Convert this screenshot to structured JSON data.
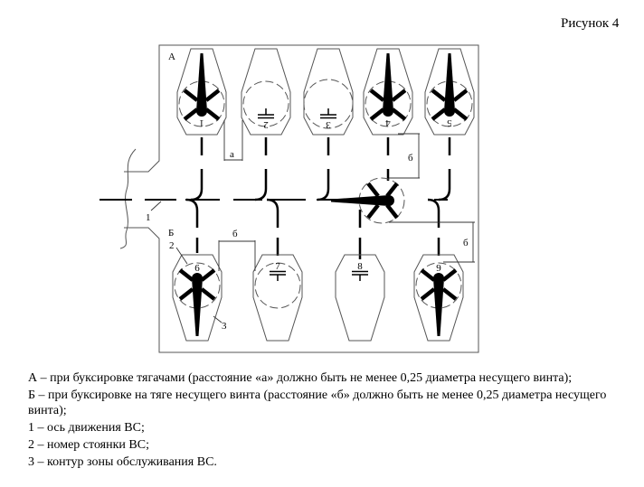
{
  "figure_title": "Рисунок 4",
  "diagram": {
    "section_a": "А",
    "section_b": "Б",
    "dim_a": "а",
    "dim_b": "б",
    "callout_1": "1",
    "callout_2": "2",
    "callout_3": "3",
    "stands_top": [
      "1",
      "2",
      "3",
      "4",
      "5"
    ],
    "stands_bottom": [
      "6",
      "7",
      "8",
      "9"
    ]
  },
  "caption": [
    "А – при буксировке тягачами (расстояние «а» должно быть не менее 0,25 диаметра несущего винта);",
    "Б – при буксировке на тяге несущего винта (расстояние «б» должно быть не менее 0,25 диаметра несущего винта);",
    "1 – ось движения ВС;",
    "2 – номер стоянки ВС;",
    "3 – контур зоны обслуживания ВС."
  ]
}
